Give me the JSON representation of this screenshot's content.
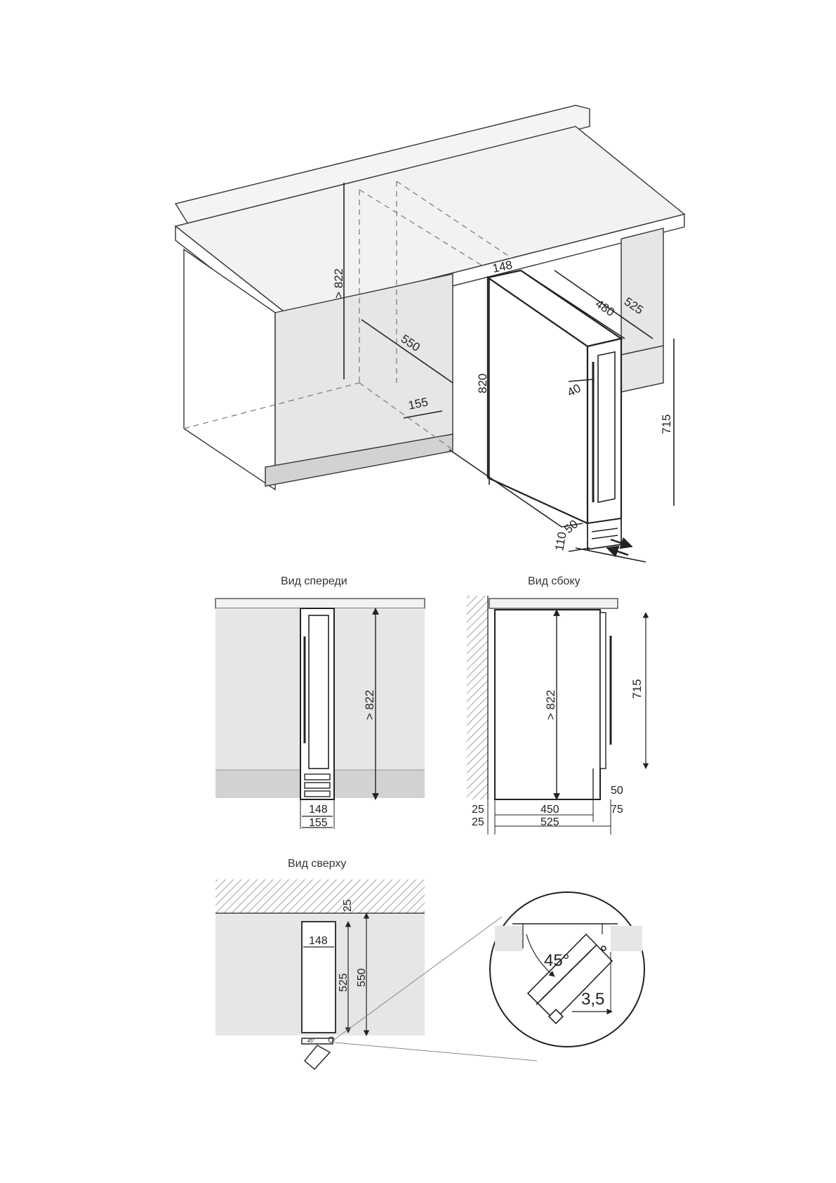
{
  "colors": {
    "line": "#222222",
    "cabinet_fill": "#e6e6e6",
    "plinth_fill": "#d2d2d2",
    "counter_fill": "#f2f2f2",
    "hatch": "#888888"
  },
  "iso_view": {
    "height_min": "> 822",
    "width": "148",
    "depth_a": "480",
    "depth_b": "525",
    "cabinet_depth": "550",
    "opening_width": "155",
    "height": "820",
    "door_gap": "40",
    "door_height": "715",
    "plinth_depth": "50",
    "plinth_height": "110"
  },
  "front_view": {
    "title": "Вид спереди",
    "height_min": "> 822",
    "width": "148",
    "opening_width": "155"
  },
  "side_view": {
    "title": "Вид сбоку",
    "height_min": "> 822",
    "door_height": "715",
    "plinth": "50",
    "rear_gap_1": "25",
    "depth": "450",
    "front_offset": "75",
    "rear_gap_2": "25",
    "total_depth": "525"
  },
  "top_view": {
    "title": "Вид сверху",
    "rear_gap": "25",
    "width": "148",
    "depth": "525",
    "cabinet_depth": "550",
    "door_angle_small": "45°"
  },
  "detail_view": {
    "door_angle": "45°",
    "offset": "3,5"
  }
}
